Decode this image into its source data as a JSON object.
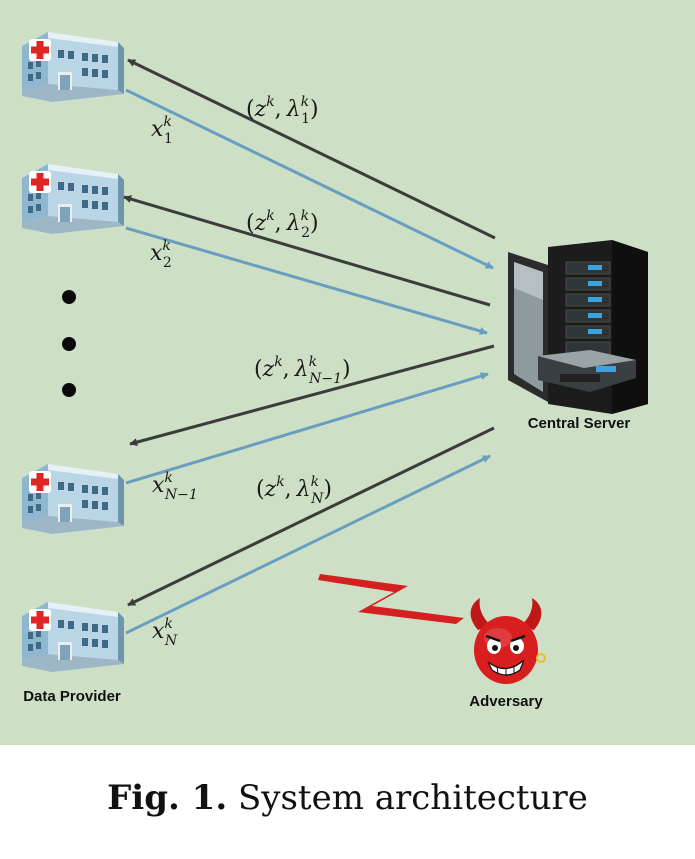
{
  "labels": {
    "x1": {
      "base": "x",
      "sup": "k",
      "sub": "1"
    },
    "x2": {
      "base": "x",
      "sup": "k",
      "sub": "2"
    },
    "xN1": {
      "base": "x",
      "sup": "k",
      "sub": "N−1"
    },
    "xN": {
      "base": "x",
      "sup": "k",
      "sub": "N"
    },
    "lam1": {
      "open": "(",
      "z": "z",
      "zsup": "k",
      "comma": ",",
      "lam": "λ",
      "lsup": "k",
      "lsub": "1",
      "close": ")"
    },
    "lam2": {
      "open": "(",
      "z": "z",
      "zsup": "k",
      "comma": ",",
      "lam": "λ",
      "lsup": "k",
      "lsub": "2",
      "close": ")"
    },
    "lamN1": {
      "open": "(",
      "z": "z",
      "zsup": "k",
      "comma": ",",
      "lam": "λ",
      "lsup": "k",
      "lsub": "N−1",
      "close": ")"
    },
    "lamN": {
      "open": "(",
      "z": "z",
      "zsup": "k",
      "comma": ",",
      "lam": "λ",
      "lsup": "k",
      "lsub": "N",
      "close": ")"
    }
  },
  "nodes": {
    "server": "Central Server",
    "provider": "Data Provider",
    "adversary": "Adversary"
  },
  "caption": {
    "prefix": "Fig. 1.",
    "text": " System architecture"
  },
  "colors": {
    "background": "#cde0c6",
    "upload_arrow": "#6a9ec0",
    "download_arrow": "#3c3c3c",
    "lightning": "#d42020",
    "adversary": "#d81e1e"
  }
}
